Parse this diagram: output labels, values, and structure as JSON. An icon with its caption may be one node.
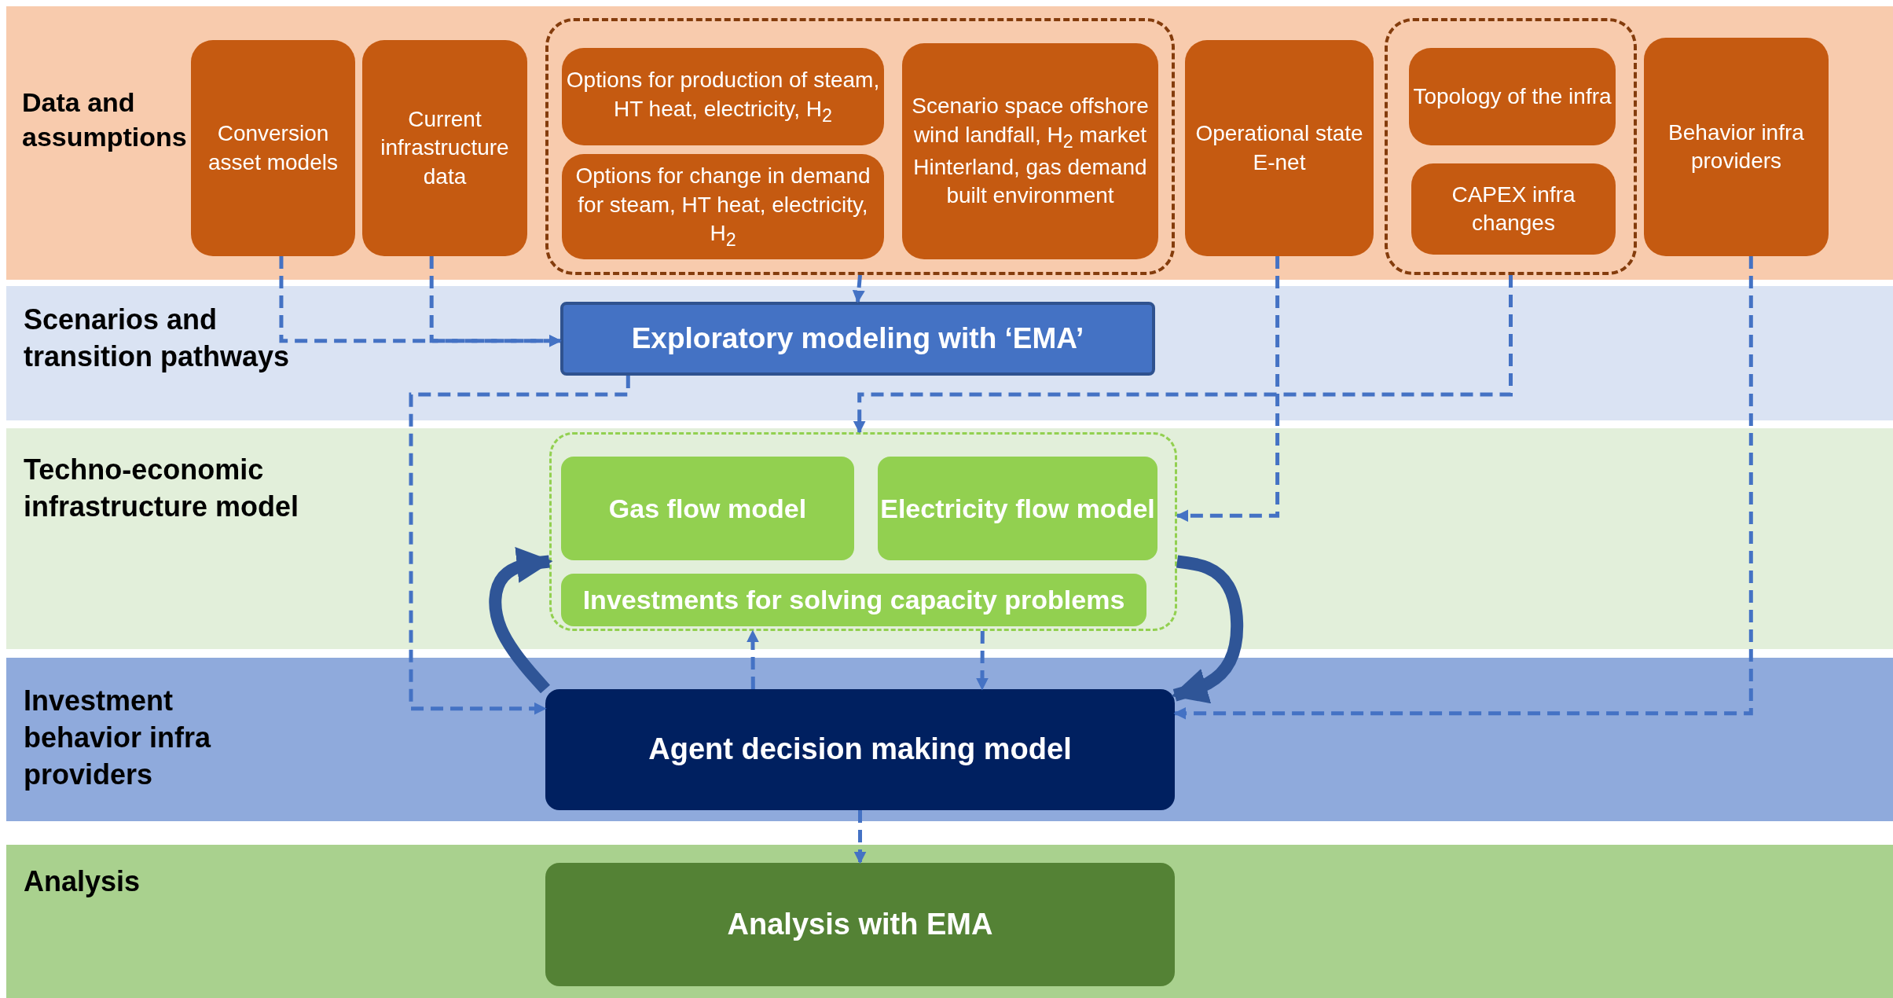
{
  "diagram": {
    "nodes": [
      {
        "text": [
          "Data and assumptions"
        ]
      },
      {
        "text": [
          "Conversion asset models"
        ],
        "in": 0
      },
      {
        "text": [
          "Current infrastructure data"
        ],
        "in": 0
      },
      {
        "text": [],
        "shape": "box",
        "in": 0
      },
      {
        "text": [
          "Options for production of steam, HT heat, electricity, H$_{2}$"
        ],
        "in": 3
      },
      {
        "text": [
          "Options for change in demand for steam, HT heat, electricity, H$_{2}$"
        ],
        "in": 3
      },
      {
        "text": [
          "Scenario space offshore wind landfall, H$_{2}$ market Hinterland, gas demand built environment"
        ],
        "in": 3
      },
      {
        "text": [
          "Operational state E-net"
        ],
        "in": 0
      },
      {
        "text": [],
        "shape": "box",
        "in": 0
      },
      {
        "text": [
          "Topology of the infra"
        ],
        "in": 8
      },
      {
        "text": [
          "CAPEX infra changes"
        ],
        "in": 8
      },
      {
        "text": [
          "Behavior infra providers"
        ],
        "in": 0
      },
      {
        "text": [
          "Scenarios and transition pathways"
        ]
      },
      {
        "text": [
          "Exploratory modeling with ‘EMA’"
        ],
        "in": 12
      },
      {
        "text": [
          "Techno-economic infrastructure model"
        ]
      },
      {
        "text": [],
        "shape": "box",
        "in": 14
      },
      {
        "text": [
          "Gas flow model"
        ],
        "in": 15
      },
      {
        "text": [
          "Electricity flow model"
        ],
        "in": 15
      },
      {
        "text": [
          "Investments for solving capacity problems"
        ],
        "in": 15
      },
      {
        "text": [
          "Investment behavior infra providers"
        ]
      },
      {
        "text": [
          "Agent decision making model"
        ],
        "in": 19
      },
      {
        "text": [
          "Analysis"
        ]
      },
      {
        "text": [
          "Analysis with EMA"
        ],
        "in": 21
      }
    ],
    "edges": [
      {
        "from": 1,
        "to": 13,
        "arrow": "to",
        "style": "dashed"
      },
      {
        "from": 2,
        "to": 13,
        "arrow": "to",
        "style": "dashed"
      },
      {
        "from": 3,
        "to": 13,
        "arrow": "to",
        "style": "dashed"
      },
      {
        "from": 13,
        "to": 20,
        "arrow": "to",
        "style": "dashed"
      },
      {
        "from": 8,
        "to": 15,
        "arrow": "to",
        "style": "dashed"
      },
      {
        "from": 7,
        "to": 15,
        "arrow": "to",
        "style": "dashed"
      },
      {
        "from": 11,
        "to": 20,
        "arrow": "to",
        "style": "dashed"
      },
      {
        "from": 20,
        "to": 15,
        "arrow": "to",
        "style": "dashed"
      },
      {
        "from": 15,
        "to": 20,
        "arrow": "to",
        "style": "dashed"
      },
      {
        "from": 20,
        "to": 15,
        "arrow": "to",
        "style": "thick",
        "color": "#2f5597"
      },
      {
        "from": 15,
        "to": 20,
        "arrow": "to",
        "style": "thick",
        "color": "#2f5597"
      },
      {
        "from": 20,
        "to": 22,
        "arrow": "to",
        "style": "dashed"
      }
    ]
  }
}
